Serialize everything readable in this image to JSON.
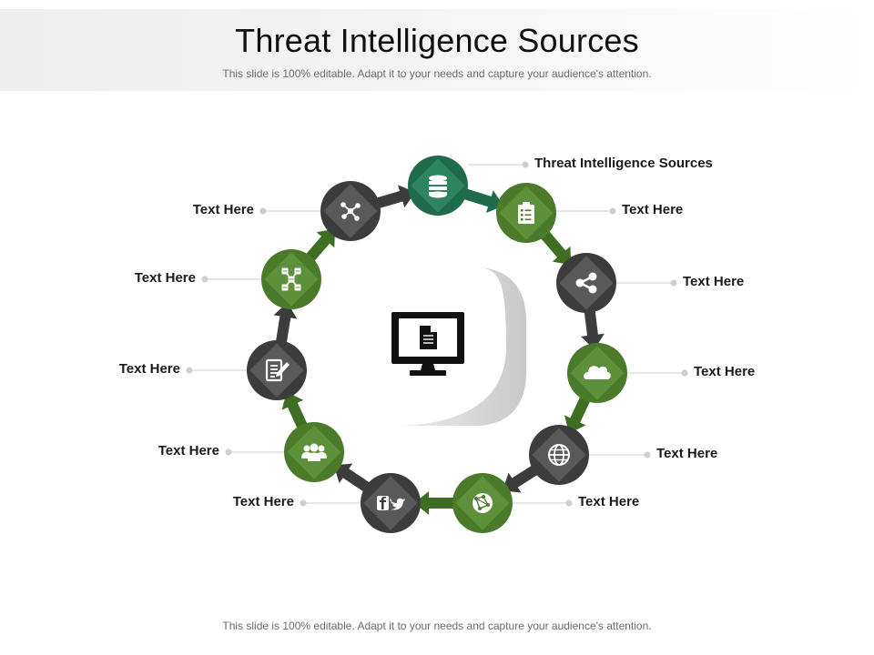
{
  "header": {
    "title": "Threat Intelligence Sources",
    "subtitle": "This slide is 100% editable. Adapt it to your needs and capture your audience's attention."
  },
  "footer": {
    "text": "This slide is 100% editable. Adapt it to your needs and capture your audience's attention."
  },
  "center": {
    "icon": "monitor-document-icon"
  },
  "colors": {
    "green": "#4a7a2a",
    "teal": "#1f6b4c",
    "dark": "#3c3c3c",
    "connector": "#cccccc"
  },
  "nodes": [
    {
      "label": "Threat Intelligence  Sources",
      "icon": "database-icon",
      "color": "teal"
    },
    {
      "label": "Text Here",
      "icon": "clipboard-list-icon",
      "color": "green"
    },
    {
      "label": "Text Here",
      "icon": "share-icon",
      "color": "dark"
    },
    {
      "label": "Text Here",
      "icon": "cloud-icon",
      "color": "green"
    },
    {
      "label": "Text Here",
      "icon": "globe-icon",
      "color": "dark"
    },
    {
      "label": "Text Here",
      "icon": "network-globe-icon",
      "color": "green"
    },
    {
      "label": "Text Here",
      "icon": "social-media-icon",
      "color": "dark"
    },
    {
      "label": "Text Here",
      "icon": "users-group-icon",
      "color": "green"
    },
    {
      "label": "Text Here",
      "icon": "document-edit-icon",
      "color": "dark"
    },
    {
      "label": "Text Here",
      "icon": "server-network-icon",
      "color": "green"
    },
    {
      "label": "Text Here",
      "icon": "network-nodes-icon",
      "color": "dark"
    }
  ]
}
